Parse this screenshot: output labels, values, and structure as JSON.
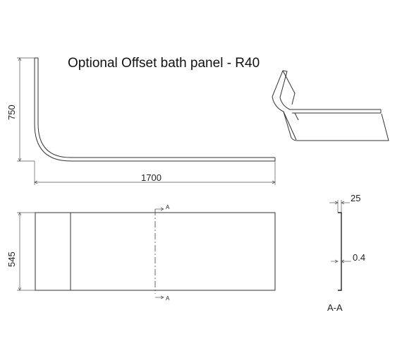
{
  "title": "Optional Offset bath panel - R40",
  "dimensions": {
    "height": "750",
    "length": "1700",
    "depth": "545",
    "lip": "25",
    "thickness": "0.4"
  },
  "section": {
    "marker": "A",
    "label": "A-A"
  }
}
